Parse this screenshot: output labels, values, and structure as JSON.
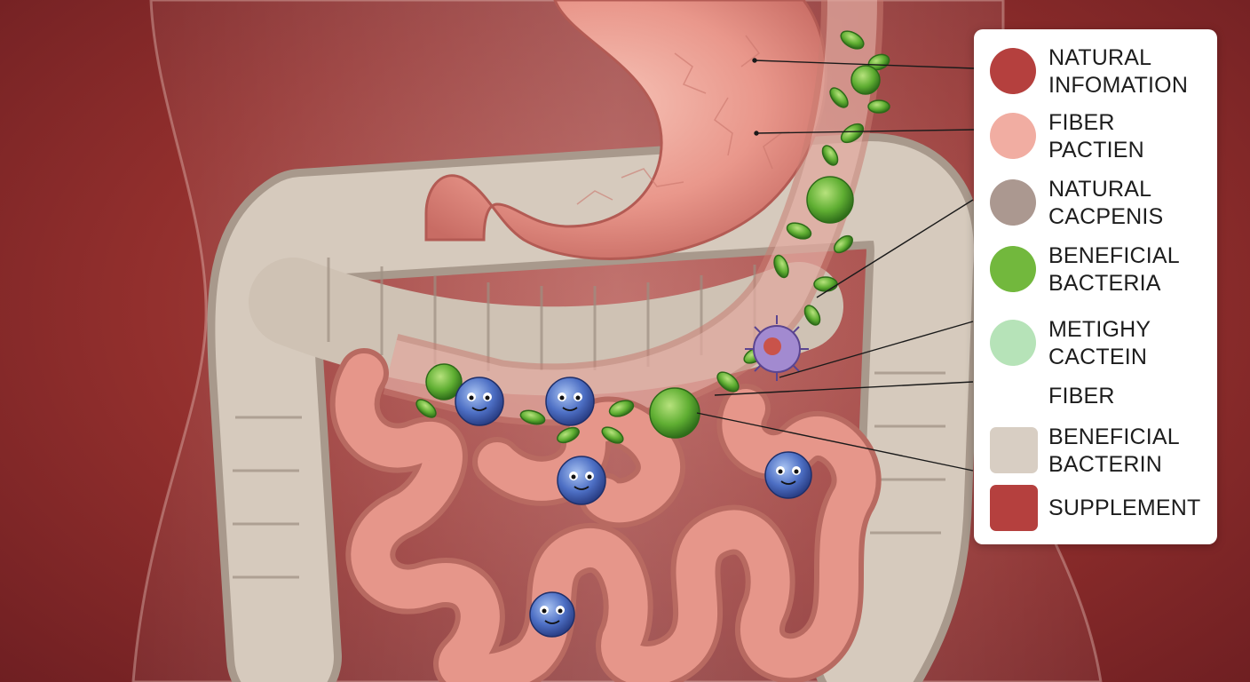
{
  "legend": {
    "items": [
      {
        "label": [
          "NATURAL",
          "INFOMATION"
        ],
        "color": "#b5403e",
        "shape": "circle"
      },
      {
        "label": [
          "FIBER",
          "PACTIEN"
        ],
        "color": "#f1ada2",
        "shape": "circle"
      },
      {
        "label": [
          "NATURAL",
          "CACPENIS"
        ],
        "color": "#ab9890",
        "shape": "circle"
      },
      {
        "label": [
          "BENEFICIAL",
          "BACTERIA"
        ],
        "color": "#72b83d",
        "shape": "circle"
      },
      {
        "label": [
          "METIGHY",
          "CACTEIN"
        ],
        "color": "#b6e3b8",
        "shape": "circle"
      },
      {
        "label": [
          "FIBER"
        ],
        "color": "",
        "shape": "none"
      },
      {
        "label": [
          "BENEFICIAL",
          "BACTERIN"
        ],
        "color": "#d8cec3",
        "shape": "square"
      },
      {
        "label": [
          "SUPPLEMENT"
        ],
        "color": "#b5403e",
        "shape": "square"
      }
    ]
  },
  "colors": {
    "background": "#9c3431",
    "stomach": "#e99a8c",
    "colon": "#cfc2b4",
    "small_intestine": "#e48e83",
    "bacteria_green": "#62b233",
    "probiotic_blue": "#4d6fc4"
  }
}
